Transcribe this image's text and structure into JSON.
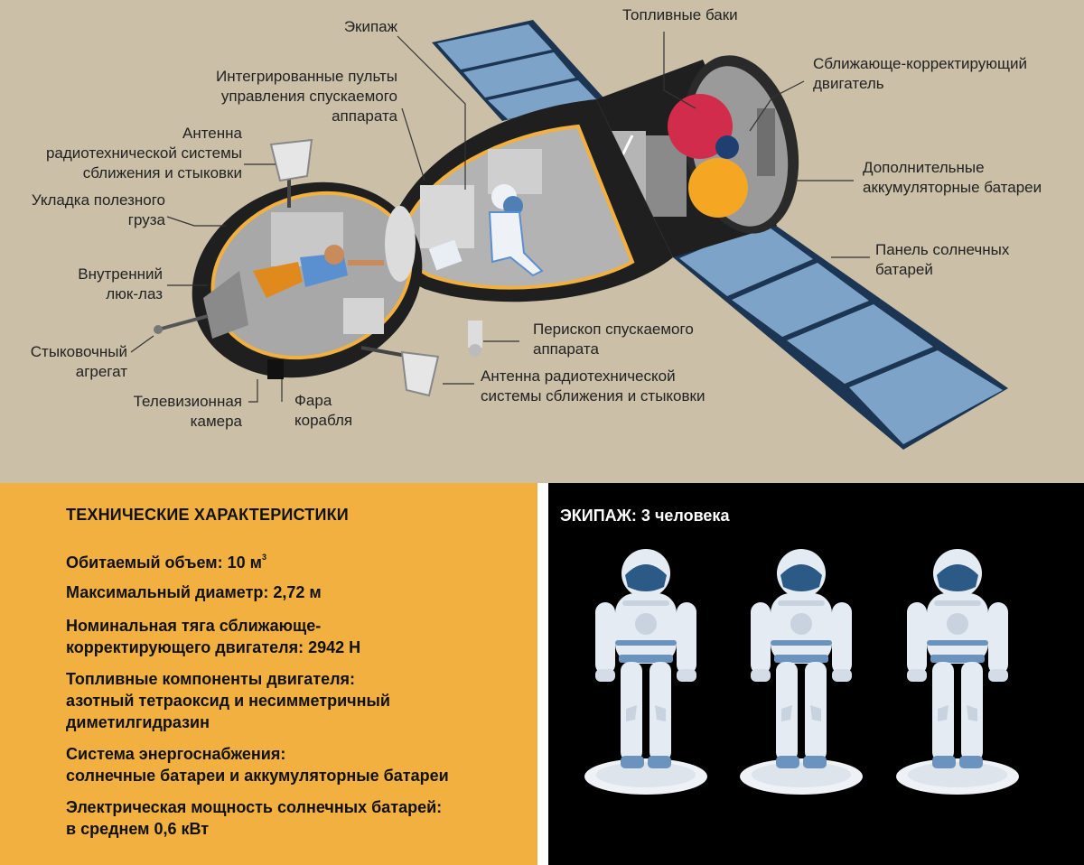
{
  "diagram": {
    "labels": {
      "crew": "Экипаж",
      "fuel_tanks": "Топливные баки",
      "consoles": "Интегрированные пульты\nуправления спускаемого\nаппарата",
      "engine": "Сближающе-корректирующий\nдвигатель",
      "antenna_top": "Антенна\nрадиотехнической системы\nсближения и стыковки",
      "extra_batteries": "Дополнительные\nаккумуляторные батареи",
      "payload": "Укладка полезного\nгруза",
      "solar_panel": "Панель солнечных\nбатарей",
      "hatch": "Внутренний\nлюк-лаз",
      "periscope": "Перископ спускаемого\nаппарата",
      "docking": "Стыковочный\nагрегат",
      "antenna_bottom": "Антенна радиотехнической\nсистемы сближения и стыковки",
      "tv_camera": "Телевизионная\nкамера",
      "headlight": "Фара\nкорабля"
    },
    "colors": {
      "background": "#cbbfa8",
      "hull": "#1f1f1f",
      "interior_outline": "#f1b03f",
      "solar_cell": "#7ea3c9",
      "fuel_tank_red": "#d22c4c",
      "fuel_tank_blue": "#1f3f73",
      "battery_orange": "#f5a623",
      "astronaut_suit": "#5a8fd0",
      "astronaut_pants": "#e08a1e"
    }
  },
  "specs": {
    "title": "ТЕХНИЧЕСКИЕ ХАРАКТЕРИСТИКИ",
    "volume": "Обитаемый объем: 10 м",
    "volume_unit_sup": "3",
    "diameter": "Максимальный диаметр: 2,72 м",
    "thrust": "Номинальная тяга сближающе-\nкорректирующего двигателя: 2942 Н",
    "fuel": "Топливные компоненты двигателя:\nазотный тетраоксид и несимметричный\nдиметилгидразин",
    "power_system": "Система энергоснабжения:\nсолнечные батареи и аккумуляторные батареи",
    "solar_power": "Электрическая мощность солнечных батарей:\nв среднем 0,6 кВт"
  },
  "crew_panel": {
    "title": "ЭКИПАЖ: 3 человека",
    "count": 3,
    "colors": {
      "background": "#000000",
      "suit": "#e4ebf3",
      "visor": "#2b5a86",
      "straps": "#6b93bd"
    }
  }
}
